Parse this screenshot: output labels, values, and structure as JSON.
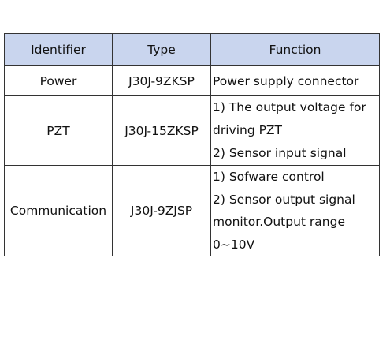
{
  "table": {
    "headers": [
      "Identifier",
      "Type",
      "Function"
    ],
    "rows": [
      {
        "identifier": "Power",
        "type": "J30J-9ZKSP",
        "function": [
          "Power supply connector"
        ]
      },
      {
        "identifier": "PZT",
        "type": "J30J-15ZKSP",
        "function": [
          "1)  The output voltage for",
          "driving PZT",
          "2)  Sensor input signal"
        ]
      },
      {
        "identifier": "Communication",
        "type": "J30J-9ZJSP",
        "function": [
          "1)  Sofware control",
          "2)  Sensor output signal",
          "monitor.Output range",
          "0~10V"
        ]
      }
    ]
  },
  "colors": {
    "header_bg": "#c9d5ee",
    "border": "#333333",
    "text": "#111111"
  }
}
